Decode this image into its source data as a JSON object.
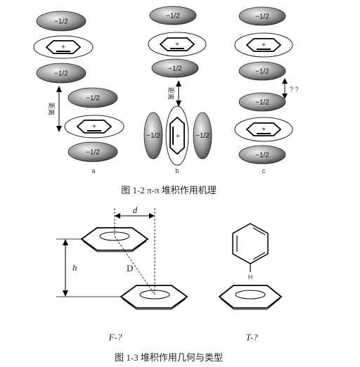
{
  "figure_1_2": {
    "charge_label": "−1/2",
    "plus_label": "+",
    "side_plus_label": "+",
    "distance_label": "距离",
    "uncertain_label": "? ?",
    "panel_labels": [
      "a",
      "b",
      "c"
    ],
    "caption": "图 1-2 π-π 堆积作用机理"
  },
  "figure_1_3": {
    "d_label": "d",
    "h_label": "h",
    "D_label": "D",
    "H_label": "H",
    "face_label": "F-?",
    "edge_label": "T-?",
    "caption": "图  1-3  堆积作用几何与类型"
  },
  "colors": {
    "ellipse_dark": "#3a3a3a",
    "ellipse_light": "#e8e8e8",
    "line": "#000000"
  }
}
